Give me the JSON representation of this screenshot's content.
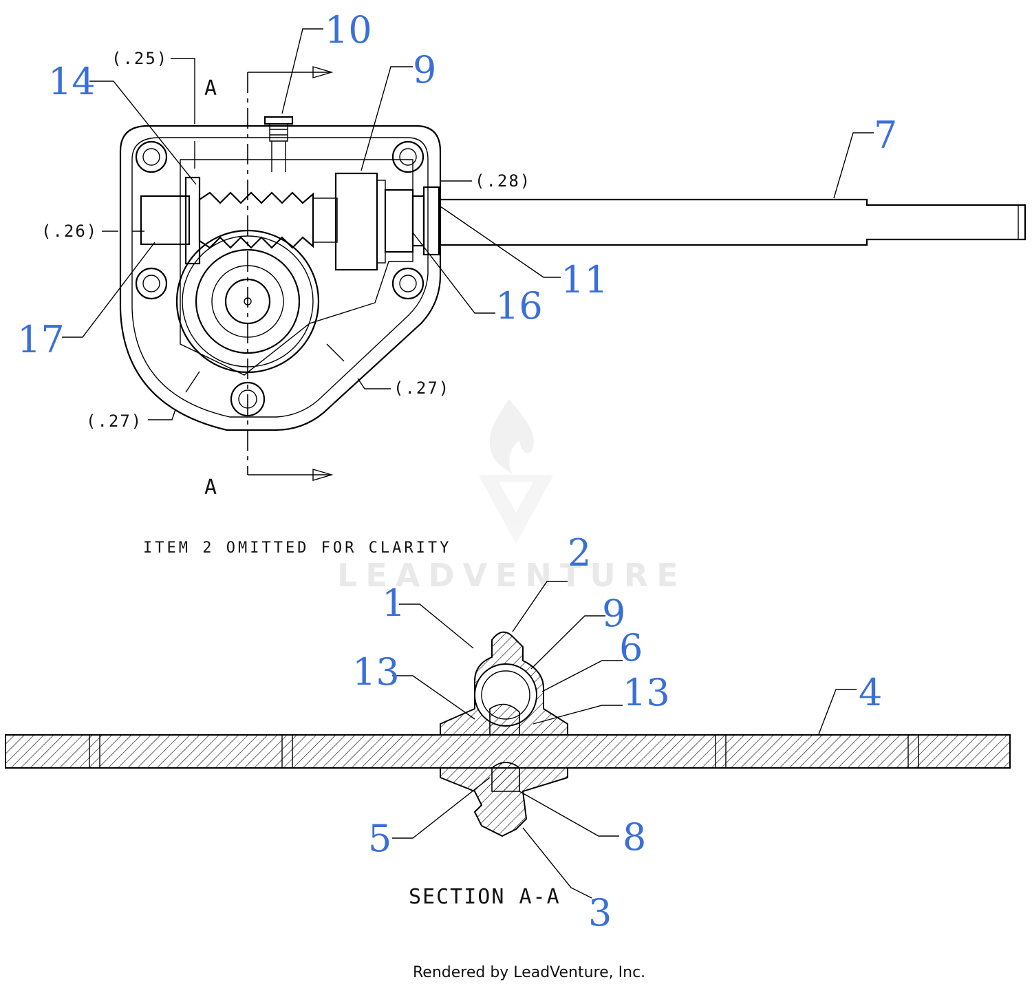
{
  "callouts": {
    "c1": "1",
    "c2": "2",
    "c3": "3",
    "c4": "4",
    "c5": "5",
    "c6": "6",
    "c7": "7",
    "c8": "8",
    "c9_top": "9",
    "c9_sect": "9",
    "c10": "10",
    "c11": "11",
    "c13_left": "13",
    "c13_right": "13",
    "c14": "14",
    "c16": "16",
    "c17": "17"
  },
  "dimensions": {
    "d025": "(.25)",
    "d026": "(.26)",
    "d027_left": "(.27)",
    "d027_right": "(.27)",
    "d028": "(.28)"
  },
  "section_marks": {
    "top": "A",
    "bottom": "A"
  },
  "note": "ITEM 2 OMITTED FOR CLARITY",
  "section_title": "SECTION A-A",
  "watermark": "LEADVENTURE",
  "credit": "Rendered by LeadVenture, Inc.",
  "colors": {
    "callout": "#3a6fd8",
    "line": "#000000"
  }
}
